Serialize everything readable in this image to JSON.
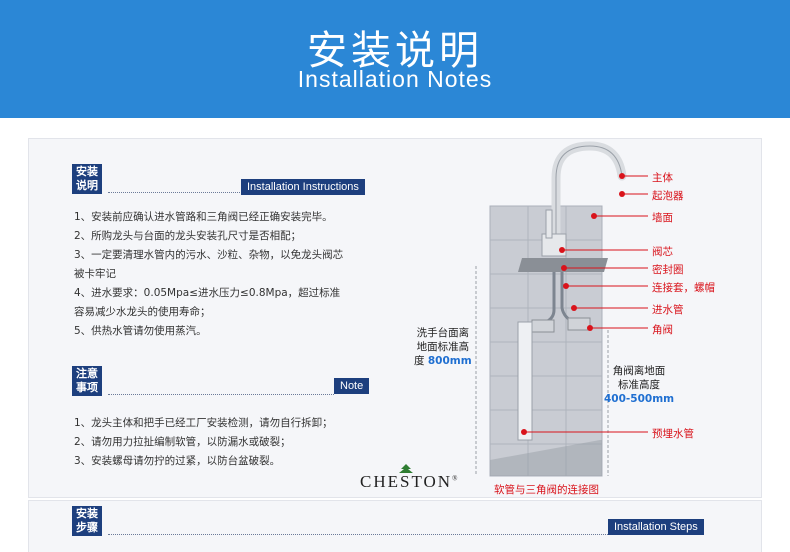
{
  "header": {
    "title_cn": "安装说明",
    "title_en": "Installation Notes",
    "bg_color": "#2b87d6"
  },
  "instructions": {
    "badge": "安装说明",
    "tag": "Installation Instructions",
    "lines": [
      "1、安装前应确认进水管路和三角阀已经正确安装完毕。",
      "2、所购龙头与台面的龙头安装孔尺寸是否相配；",
      "3、一定要清理水管内的污水、沙粒、杂物，以免龙头阀芯",
      "被卡牢记",
      "4、进水要求：0.05Mpa≤进水压力≤0.8Mpa，超过标准",
      "容易减少水龙头的使用寿命；",
      "5、供热水管请勿使用蒸汽。"
    ]
  },
  "notes": {
    "badge": "注意事项",
    "tag": "Note",
    "lines": [
      "1、龙头主体和把手已经工厂安装检测，请勿自行拆卸；",
      "2、请勿用力拉扯编制软管，以防漏水或破裂；",
      "3、安装螺母请勿拧的过紧，以防台盆破裂。"
    ]
  },
  "brand": {
    "name": "CHESTON",
    "mark": "®"
  },
  "diagram": {
    "labels": {
      "body": "主体",
      "aerator": "起泡器",
      "wall": "墙面",
      "valve_core": "阀芯",
      "seal": "密封圈",
      "connector": "连接套，螺帽",
      "inlet_pipe": "进水管",
      "angle_valve": "角阀",
      "buried_pipe": "预埋水管"
    },
    "height_note": {
      "line1": "洗手台面离",
      "line2": "地面标准高",
      "line3": "度",
      "value": "800mm"
    },
    "valve_note": {
      "line1": "角阀离地面",
      "line2": "标准高度",
      "value": "400-500mm"
    },
    "caption": "软管与三角阀的连接图"
  },
  "steps": {
    "badge": "安装步骤",
    "tag": "Installation Steps"
  },
  "colors": {
    "accent_red": "#d9131b",
    "navy": "#1d3f7e",
    "blue_value": "#1f6fd1"
  }
}
